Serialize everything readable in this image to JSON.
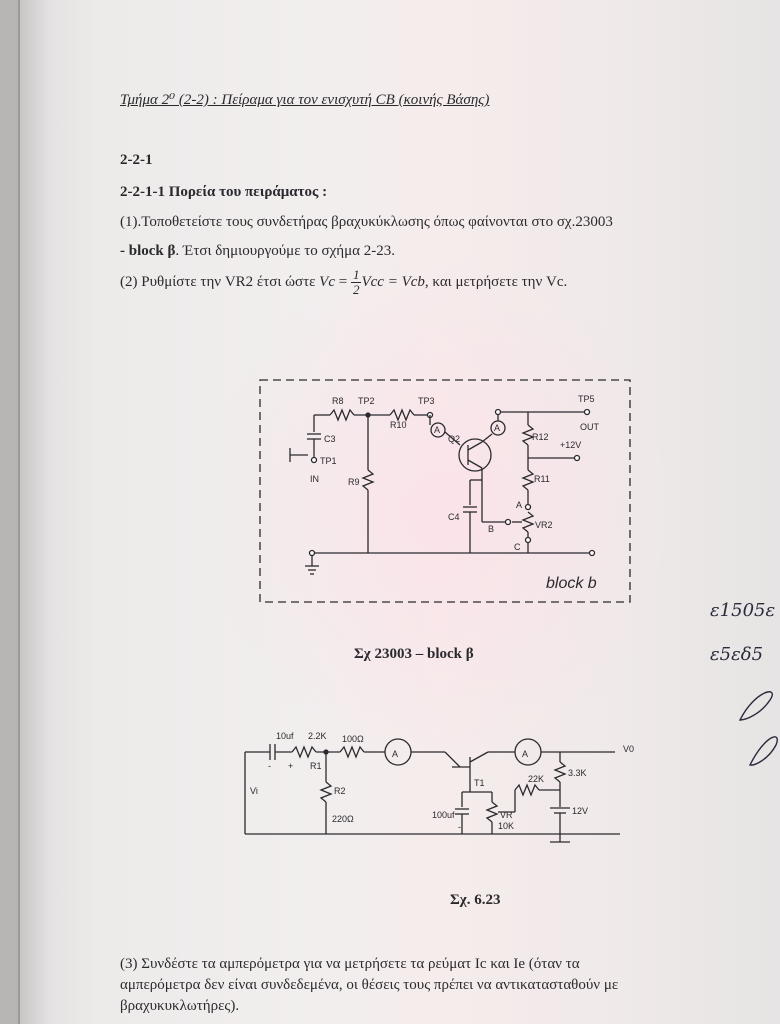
{
  "section_title": "Τμήμα 2⁰ (2-2) : Πείραμα για τον ενισχυτή CB (κοινής Βάσης)",
  "heading_1": "2-2-1",
  "heading_2": "2-2-1-1 Πορεία του πειράματος :",
  "step_1_line_a": "(1).Τοποθετείστε τους συνδετήρας  βραχυκύκλωσης όπως φαίνονται στο σχ.23003",
  "step_1_line_b_bold": "- block β",
  "step_1_line_b_rest": ". Έτσι δημιουργούμε το σχήμα 2-23.",
  "step_2_prefix": "(2) Ρυθμίστε την VR2 έτσι ώστε ",
  "step_2_vc": "Vc",
  "step_2_eq": " = ",
  "step_2_num": "1",
  "step_2_den": "2",
  "step_2_formula_rest": "Vcc = Vcb",
  "step_2_suffix": ", και  μετρήσετε την Vc.",
  "figure_1": {
    "caption": "Σχ 23003 – block β",
    "labels": {
      "r8": "R8",
      "tp2": "TP2",
      "tp3": "TP3",
      "tp5": "TP5",
      "r10": "R10",
      "out": "OUT",
      "r12": "R12",
      "q2": "Q2",
      "c3": "C3",
      "tp1": "TP1",
      "in": "IN",
      "v12": "+12V",
      "r9": "R9",
      "r11": "R11",
      "a": "A",
      "c4": "C4",
      "b": "B",
      "vr2": "VR2",
      "c": "C",
      "block": "block b",
      "ammeter": "A"
    }
  },
  "figure_2": {
    "caption": "Σχ. 6.23",
    "labels": {
      "c1": "10uf",
      "r1_val": "2.2K",
      "r1": "R1",
      "r_base": "100Ω",
      "ammeter": "A",
      "vo": "V0",
      "vi": "Vi",
      "r2": "R2",
      "r2_val": "220Ω",
      "t1": "T1",
      "r_22k": "22K",
      "r_33k": "3.3K",
      "c_100uf": "100uf",
      "vr": "VR",
      "vr_val": "10K",
      "v12": "12V",
      "plus": "+",
      "minus": "-"
    }
  },
  "step_3_line_a": "(3) Συνδέστε τα αμπερόμετρα για να μετρήσετε τα ρεύματ Ic και Ie  (όταν τα",
  "step_3_line_b": "αμπερόμετρα δεν είναι συνδεδεμένα, οι θέσεις τους πρέπει να αντικατασταθούν με",
  "step_3_line_c": "βραχυκυκλωτήρες).",
  "margin_notes": [
    "ε1505ε",
    "ε5εδ5"
  ]
}
